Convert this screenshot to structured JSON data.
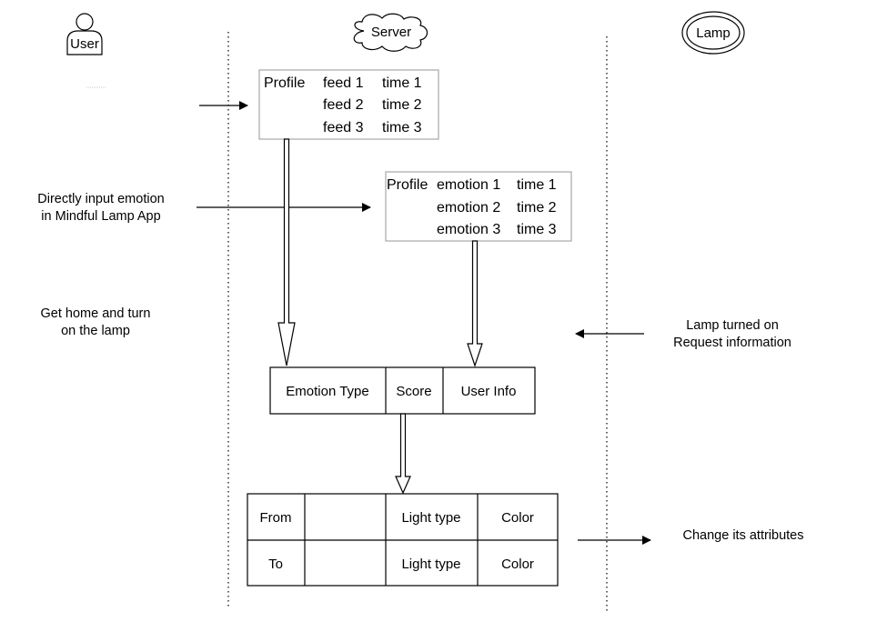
{
  "actors": {
    "user": "User",
    "server": "Server",
    "lamp": "Lamp"
  },
  "feed_table": {
    "rows": [
      [
        "Profile",
        "feed 1",
        "time 1"
      ],
      [
        "",
        "feed 2",
        "time 2"
      ],
      [
        "",
        "feed 3",
        "time 3"
      ]
    ]
  },
  "emotion_table": {
    "rows": [
      [
        "Profile",
        "emotion 1",
        "time 1"
      ],
      [
        "",
        "emotion 2",
        "time 2"
      ],
      [
        "",
        "emotion 3",
        "time 3"
      ]
    ]
  },
  "record_table": {
    "cells": [
      "Emotion Type",
      "Score",
      "User Info"
    ]
  },
  "light_table": {
    "rows": [
      [
        "From",
        "",
        "Light type",
        "Color"
      ],
      [
        "To",
        "",
        "Light type",
        "Color"
      ]
    ]
  },
  "notes": {
    "input_emotion": [
      "Directly input emotion",
      "in Mindful Lamp App"
    ],
    "get_home": [
      "Get home and turn",
      "on the lamp"
    ],
    "lamp_on": [
      "Lamp turned on",
      "Request information"
    ],
    "change_attr": "Change its attributes"
  }
}
